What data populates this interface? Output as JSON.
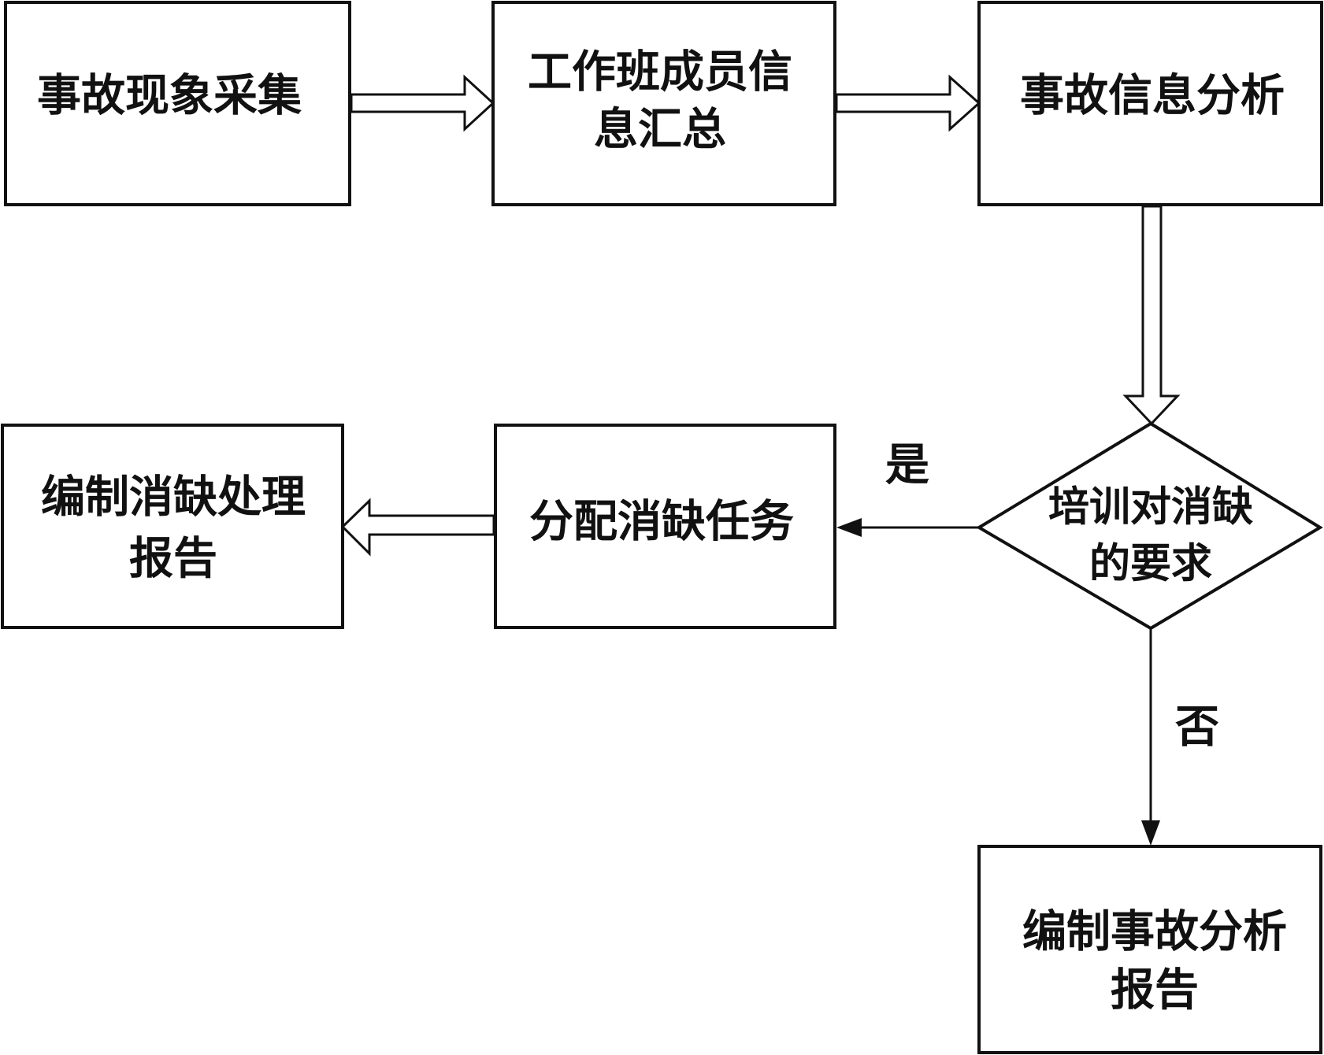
{
  "diagram": {
    "nodes": {
      "collect": {
        "lines": [
          "事故现象采集"
        ]
      },
      "summary": {
        "lines": [
          "工作班成员信",
          "息汇总"
        ]
      },
      "analysis": {
        "lines": [
          "事故信息分析"
        ]
      },
      "decision": {
        "lines": [
          "培训对消缺",
          "的要求"
        ]
      },
      "assign": {
        "lines": [
          "分配消缺任务"
        ]
      },
      "defect_report": {
        "lines": [
          "编制消缺处理",
          "报告"
        ]
      },
      "accident_report": {
        "lines": [
          "编制事故分析",
          "报告"
        ]
      }
    },
    "edges": {
      "yes_label": "是",
      "no_label": "否"
    }
  }
}
